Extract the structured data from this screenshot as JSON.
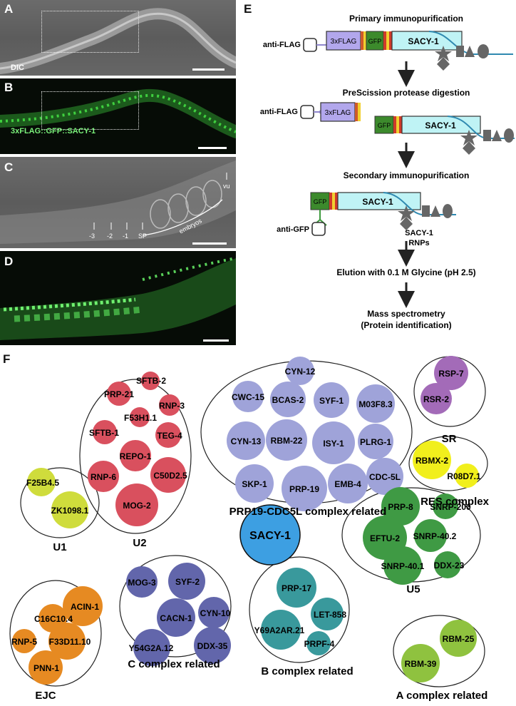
{
  "panels": {
    "A": {
      "label": "A",
      "caption": "DIC"
    },
    "B": {
      "label": "B",
      "caption": "3xFLAG::GFP::SACY-1"
    },
    "C": {
      "label": "C",
      "ticks": [
        "-3",
        "-2",
        "-1",
        "SP"
      ],
      "embryos": "embryos",
      "vu": "vu"
    },
    "D": {
      "label": "D"
    },
    "E": {
      "label": "E"
    },
    "F": {
      "label": "F"
    }
  },
  "workflow": {
    "step1": "Primary immunopurification",
    "step2": "PreScission protease digestion",
    "step3": "Secondary immunopurification",
    "step4": "Elution with 0.1 M Glycine (pH 2.5)",
    "step5a": "Mass spectrometry",
    "step5b": "(Protein identification)",
    "anti_flag": "anti-FLAG",
    "anti_gfp": "anti-GFP",
    "tag_3xflag": "3xFLAG",
    "tag_gfp": "GFP",
    "protein": "SACY-1",
    "rnp_line1": "SACY-1",
    "rnp_line2": "RNPs"
  },
  "complexes": {
    "prp19": "PRP19-CDC5L complex related",
    "sr": "SR",
    "res": "RES complex",
    "u2": "U2",
    "u1": "U1",
    "u5": "U5",
    "c": "C complex related",
    "b": "B complex related",
    "a": "A complex related",
    "ejc": "EJC",
    "center": "SACY-1"
  },
  "colors": {
    "prp19": "#9fa3d9",
    "sr": "#a36bb8",
    "res": "#f1ef1c",
    "u2": "#d9505e",
    "u1": "#cfdc3c",
    "u5": "#3f9a44",
    "c": "#6266ab",
    "b": "#39999c",
    "a": "#8fc23f",
    "ejc": "#e68a22",
    "center": "#3d9fe2"
  },
  "proteins": {
    "prp19": [
      "CYN-12",
      "CWC-15",
      "BCAS-2",
      "SYF-1",
      "M03F8.3",
      "CYN-13",
      "RBM-22",
      "ISY-1",
      "PLRG-1",
      "CDC-5L",
      "SKP-1",
      "PRP-19",
      "EMB-4"
    ],
    "sr": [
      "RSP-7",
      "RSR-2"
    ],
    "res": [
      "RBMX-2",
      "R08D7.1"
    ],
    "u2": [
      "SFTB-2",
      "PRP-21",
      "RNP-3",
      "F53H1.1",
      "SFTB-1",
      "TEG-4",
      "REPO-1",
      "RNP-6",
      "C50D2.5",
      "MOG-2"
    ],
    "u1": [
      "F25B4.5",
      "ZK1098.1"
    ],
    "u5": [
      "PRP-8",
      "SNRP-200",
      "EFTU-2",
      "SNRP-40.2",
      "SNRP-40.1",
      "DDX-23"
    ],
    "c": [
      "MOG-3",
      "SYF-2",
      "CACN-1",
      "CYN-10",
      "Y54G2A.12",
      "DDX-35"
    ],
    "b": [
      "PRP-17",
      "LET-858",
      "Y69A2AR.21",
      "PRPF-4"
    ],
    "a": [
      "RBM-25",
      "RBM-39"
    ],
    "ejc": [
      "ACIN-1",
      "C16C10.4",
      "RNP-5",
      "F33D11.10",
      "PNN-1"
    ]
  }
}
